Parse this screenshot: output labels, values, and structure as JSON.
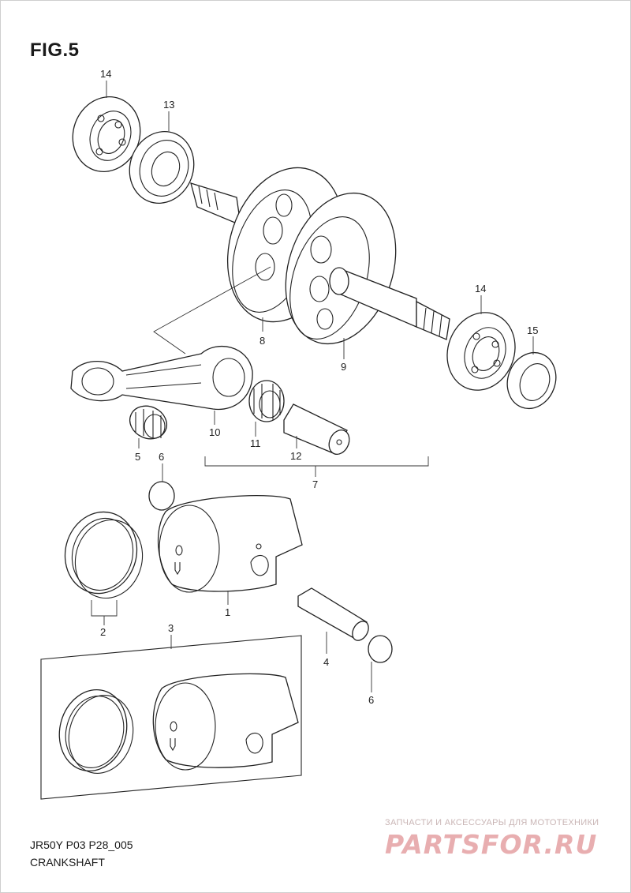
{
  "figure": {
    "title": "FIG.5"
  },
  "parts": [
    {
      "number": "1"
    },
    {
      "number": "2"
    },
    {
      "number": "3"
    },
    {
      "number": "4"
    },
    {
      "number": "5"
    },
    {
      "number": "6"
    },
    {
      "number": "6"
    },
    {
      "number": "7"
    },
    {
      "number": "8"
    },
    {
      "number": "9"
    },
    {
      "number": "10"
    },
    {
      "number": "11"
    },
    {
      "number": "12"
    },
    {
      "number": "13"
    },
    {
      "number": "14"
    },
    {
      "number": "14"
    },
    {
      "number": "15"
    }
  ],
  "footer": {
    "model_code": "JR50Y P03 P28_005",
    "section_name": "CRANKSHAFT"
  },
  "watermark": {
    "tagline": "ЗАПЧАСТИ И АКСЕССУАРЫ ДЛЯ МОТОТЕХНИКИ",
    "logo_text": "PARTSFOR.RU"
  },
  "colors": {
    "line": "#222222",
    "watermark": "#e8aeb0"
  }
}
